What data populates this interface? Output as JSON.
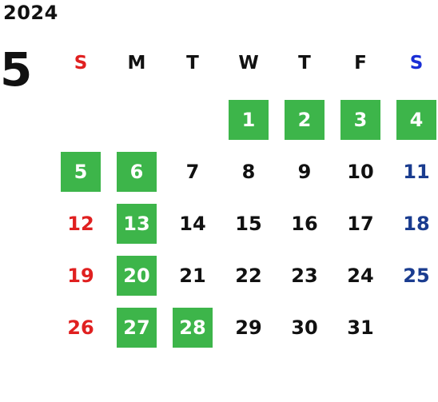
{
  "year": "2024",
  "month": "5",
  "colors": {
    "sunday": "#e02020",
    "saturday": "#1a3c8f",
    "saturday_header": "#1a2fd6",
    "weekday": "#111111",
    "highlight_bg": "#3db54a",
    "highlight_text": "#ffffff"
  },
  "weekdays": [
    "S",
    "M",
    "T",
    "W",
    "T",
    "F",
    "S"
  ],
  "first_weekday_index": 3,
  "days": [
    {
      "d": "1",
      "hl": true
    },
    {
      "d": "2",
      "hl": true
    },
    {
      "d": "3",
      "hl": true
    },
    {
      "d": "4",
      "hl": true
    },
    {
      "d": "5",
      "hl": true
    },
    {
      "d": "6",
      "hl": true
    },
    {
      "d": "7",
      "hl": false
    },
    {
      "d": "8",
      "hl": false
    },
    {
      "d": "9",
      "hl": false
    },
    {
      "d": "10",
      "hl": false
    },
    {
      "d": "11",
      "hl": false
    },
    {
      "d": "12",
      "hl": false
    },
    {
      "d": "13",
      "hl": true
    },
    {
      "d": "14",
      "hl": false
    },
    {
      "d": "15",
      "hl": false
    },
    {
      "d": "16",
      "hl": false
    },
    {
      "d": "17",
      "hl": false
    },
    {
      "d": "18",
      "hl": false
    },
    {
      "d": "19",
      "hl": false
    },
    {
      "d": "20",
      "hl": true
    },
    {
      "d": "21",
      "hl": false
    },
    {
      "d": "22",
      "hl": false
    },
    {
      "d": "23",
      "hl": false
    },
    {
      "d": "24",
      "hl": false
    },
    {
      "d": "25",
      "hl": false
    },
    {
      "d": "26",
      "hl": false
    },
    {
      "d": "27",
      "hl": true
    },
    {
      "d": "28",
      "hl": true
    },
    {
      "d": "29",
      "hl": false
    },
    {
      "d": "30",
      "hl": false
    },
    {
      "d": "31",
      "hl": false
    }
  ]
}
